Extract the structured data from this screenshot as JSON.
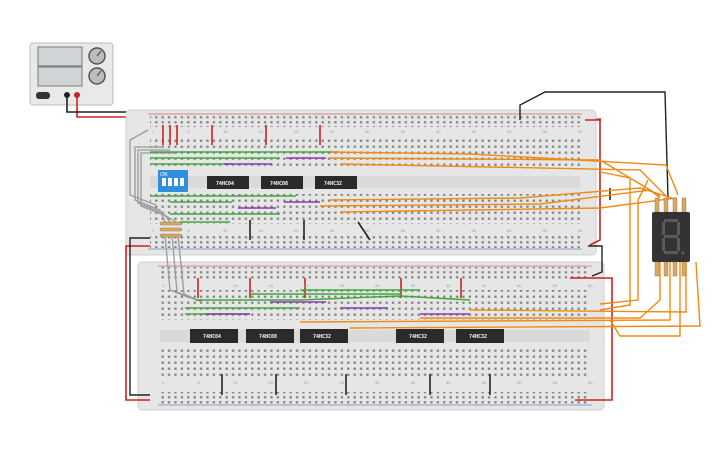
{
  "power_supply": {
    "display_top": "",
    "display_bottom": "",
    "on_button_label": ""
  },
  "breadboard_top": {
    "col_numbers": [
      "1",
      "5",
      "10",
      "15",
      "20",
      "25",
      "30",
      "35",
      "40",
      "45",
      "50",
      "55",
      "60"
    ],
    "row_letters_top": [
      "a",
      "b",
      "c",
      "d",
      "e"
    ],
    "row_letters_bottom": [
      "f",
      "g",
      "h",
      "i",
      "j"
    ],
    "chips": [
      {
        "label": "74HC04"
      },
      {
        "label": "74HC08"
      },
      {
        "label": "74HC32"
      }
    ],
    "dip_switch": {
      "on_label": "ON",
      "positions": [
        "1",
        "2",
        "3",
        "4"
      ]
    }
  },
  "breadboard_bottom": {
    "chips": [
      {
        "label": "74HC04"
      },
      {
        "label": "74HC08"
      },
      {
        "label": "74HC32"
      },
      {
        "label": "74HC32"
      },
      {
        "label": "74HC32"
      }
    ]
  },
  "seven_segment": {
    "digit": "8"
  },
  "colors": {
    "board": "#e6e6e6",
    "board_edge": "#cfcfcf",
    "rail_red": "#cc2222",
    "rail_black": "#222222",
    "wire_green": "#3fa83a",
    "wire_purple": "#8a3ab0",
    "wire_orange": "#f08a12",
    "wire_gray": "#9a9aa0",
    "chip": "#2a2a2a",
    "dip_blue": "#2e8fe0"
  }
}
